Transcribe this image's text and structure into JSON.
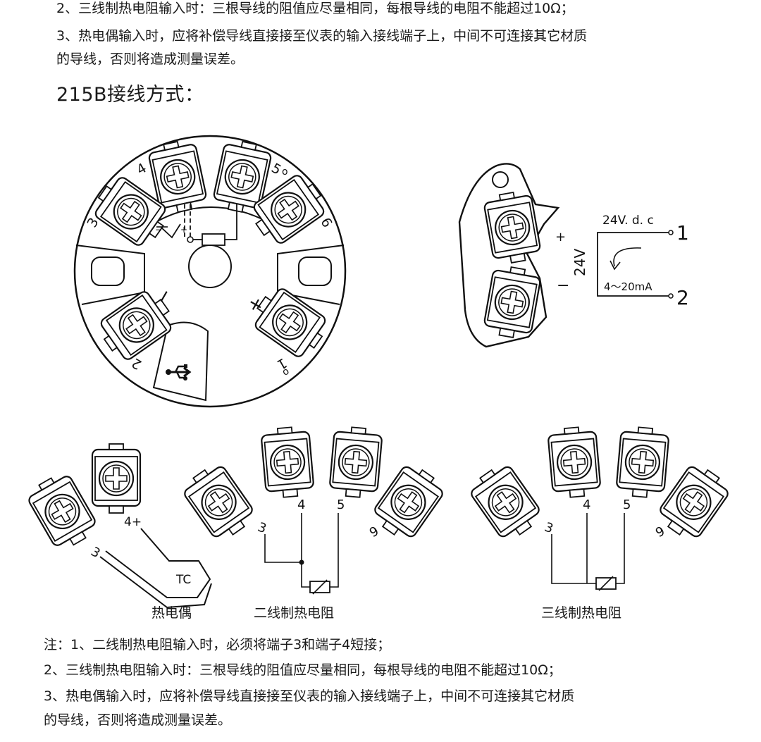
{
  "top_notes": {
    "line2": "2、三线制热电阻输入时：三根导线的阻值应尽量相同，每根导线的电阻不能超过10Ω；",
    "line3a": "3、热电偶输入时，应将补偿导线直接接至仪表的输入接线端子上，中间不可连接其它材质",
    "line3b": "的导线，否则将造成测量误差。"
  },
  "heading": "215B接线方式：",
  "module": {
    "terminal_nums": {
      "t1": "1",
      "t2": "2",
      "t3": "3",
      "t4": "4",
      "t5": "5",
      "t6": "6"
    },
    "plus": "+",
    "minus": "−",
    "usb_icon": "usb-icon"
  },
  "power": {
    "voltage": "24V",
    "plus": "+",
    "minus": "−",
    "supply": "24V. d. c",
    "current": "4～20mA",
    "node1": "1",
    "node2": "2"
  },
  "thermocouple": {
    "label3": "3",
    "label4": "4+",
    "tc": "TC",
    "caption": "热电偶"
  },
  "two_wire": {
    "n3": "3",
    "n4": "4",
    "n5": "5",
    "n6": "6",
    "caption": "二线制热电阻"
  },
  "three_wire": {
    "n3": "3",
    "n4": "4",
    "n5": "5",
    "n6": "6",
    "caption": "三线制热电阻"
  },
  "bottom_notes": {
    "line1": "注：1、二线制热电阻输入时，必须将端子3和端子4短接；",
    "line2": "2、三线制热电阻输入时：三根导线的阻值应尽量相同，每根导线的电阻不能超过10Ω；",
    "line3a": "3、热电偶输入时，应将补偿导线直接接至仪表的输入接线端子上，中间不可连接其它材质",
    "line3b": "的导线，否则将造成测量误差。"
  }
}
